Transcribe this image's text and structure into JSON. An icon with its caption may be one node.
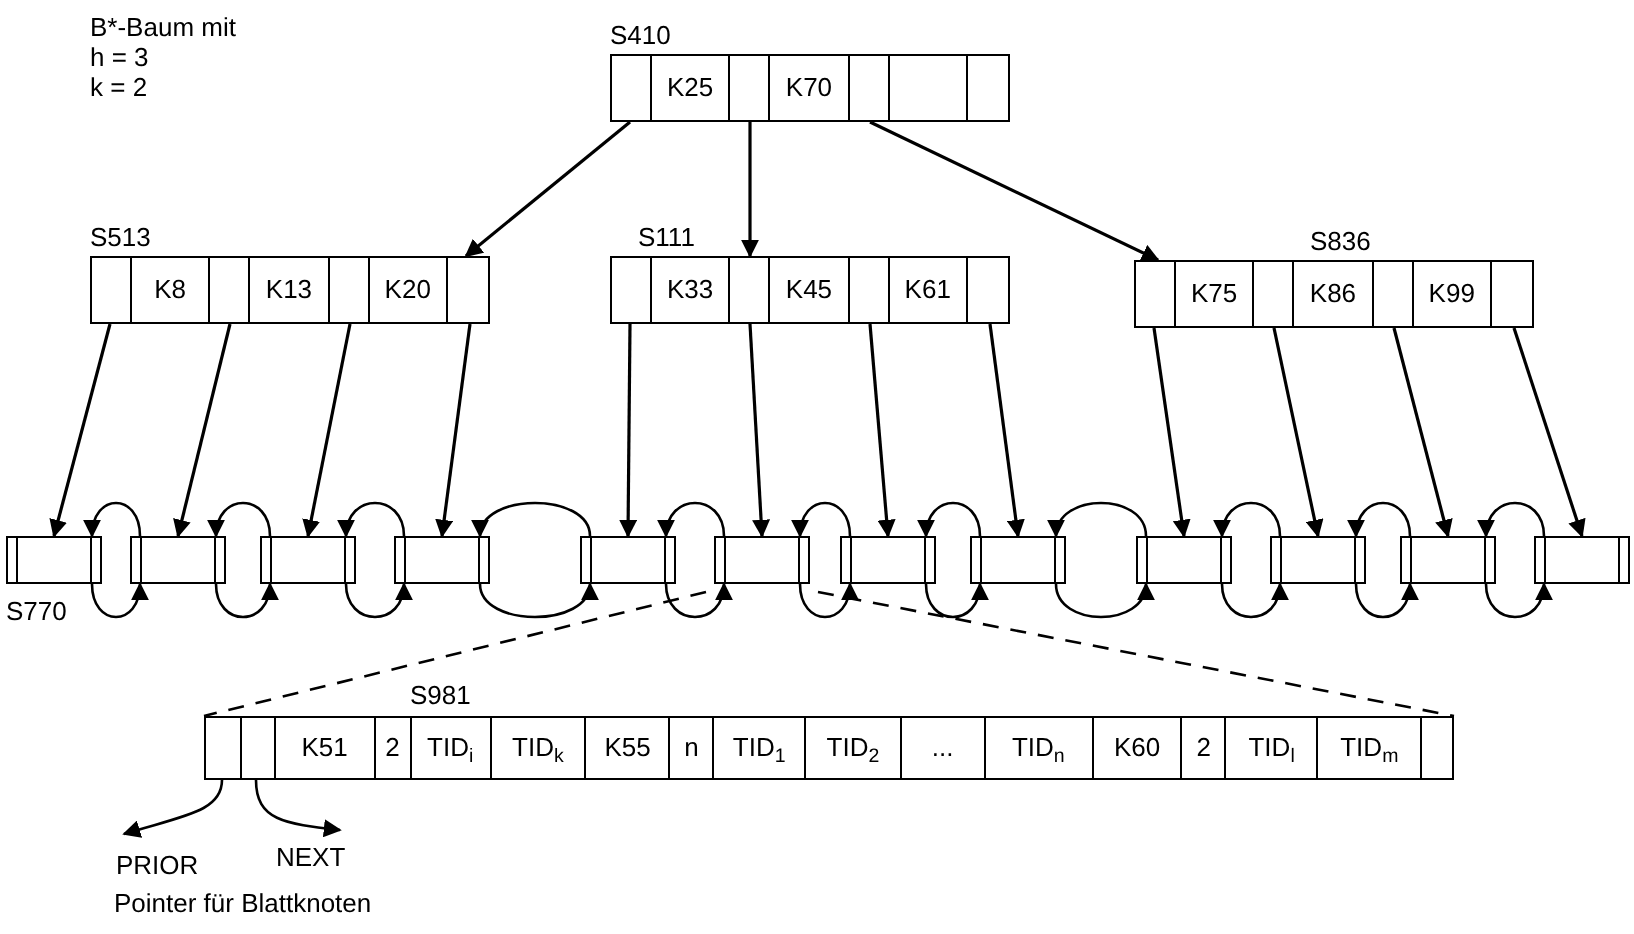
{
  "diagram": {
    "nodes": [
      {
        "text": [
          "S410",
          "K25",
          "K70"
        ]
      },
      {
        "text": [
          "S513",
          "K8",
          "K13",
          "K20"
        ]
      },
      {
        "text": [
          "S111",
          "K33",
          "K45",
          "K61"
        ]
      },
      {
        "text": [
          "S836",
          "K75",
          "K86",
          "K99"
        ]
      },
      {
        "text": [],
        "shape": "box",
        "beside": [
          "S770"
        ]
      },
      {
        "text": [],
        "shape": "box"
      },
      {
        "text": [],
        "shape": "box"
      },
      {
        "text": [],
        "shape": "box"
      },
      {
        "text": [],
        "shape": "box"
      },
      {
        "text": [],
        "shape": "box"
      },
      {
        "text": [],
        "shape": "box"
      },
      {
        "text": [],
        "shape": "box"
      },
      {
        "text": [],
        "shape": "box"
      },
      {
        "text": [],
        "shape": "box"
      },
      {
        "text": [],
        "shape": "box"
      },
      {
        "text": [],
        "shape": "box"
      },
      {
        "text": [
          "S981",
          "K51",
          "2",
          "TID$_{i}$",
          "TID$_{k}$",
          "K55",
          "n",
          "TID$_{1}$",
          "TID$_{2}$",
          "...",
          "TID$_{n}$",
          "K60",
          "2",
          "TID$_{l}$",
          "TID$_{m}$"
        ]
      },
      {
        "text": [
          "PRIOR"
        ]
      },
      {
        "text": [
          "NEXT"
        ]
      }
    ],
    "edges": [
      {
        "from": 0,
        "to": 1,
        "arrow": "to"
      },
      {
        "from": 0,
        "to": 2,
        "arrow": "to"
      },
      {
        "from": 0,
        "to": 3,
        "arrow": "to"
      },
      {
        "from": 1,
        "to": 4,
        "arrow": "to"
      },
      {
        "from": 1,
        "to": 5,
        "arrow": "to"
      },
      {
        "from": 1,
        "to": 6,
        "arrow": "to"
      },
      {
        "from": 1,
        "to": 7,
        "arrow": "to"
      },
      {
        "from": 2,
        "to": 8,
        "arrow": "to"
      },
      {
        "from": 2,
        "to": 9,
        "arrow": "to"
      },
      {
        "from": 2,
        "to": 10,
        "arrow": "to"
      },
      {
        "from": 2,
        "to": 11,
        "arrow": "to"
      },
      {
        "from": 3,
        "to": 12,
        "arrow": "to"
      },
      {
        "from": 3,
        "to": 13,
        "arrow": "to"
      },
      {
        "from": 3,
        "to": 14,
        "arrow": "to"
      },
      {
        "from": 3,
        "to": 15,
        "arrow": "to"
      },
      {
        "from": 4,
        "to": 5,
        "arrow": "to"
      },
      {
        "from": 5,
        "to": 4,
        "arrow": "to"
      },
      {
        "from": 5,
        "to": 6,
        "arrow": "to"
      },
      {
        "from": 6,
        "to": 5,
        "arrow": "to"
      },
      {
        "from": 6,
        "to": 7,
        "arrow": "to"
      },
      {
        "from": 7,
        "to": 6,
        "arrow": "to"
      },
      {
        "from": 7,
        "to": 8,
        "arrow": "to"
      },
      {
        "from": 8,
        "to": 7,
        "arrow": "to"
      },
      {
        "from": 8,
        "to": 9,
        "arrow": "to"
      },
      {
        "from": 9,
        "to": 8,
        "arrow": "to"
      },
      {
        "from": 9,
        "to": 10,
        "arrow": "to"
      },
      {
        "from": 10,
        "to": 9,
        "arrow": "to"
      },
      {
        "from": 10,
        "to": 11,
        "arrow": "to"
      },
      {
        "from": 11,
        "to": 10,
        "arrow": "to"
      },
      {
        "from": 11,
        "to": 12,
        "arrow": "to"
      },
      {
        "from": 12,
        "to": 11,
        "arrow": "to"
      },
      {
        "from": 12,
        "to": 13,
        "arrow": "to"
      },
      {
        "from": 13,
        "to": 12,
        "arrow": "to"
      },
      {
        "from": 13,
        "to": 14,
        "arrow": "to"
      },
      {
        "from": 14,
        "to": 13,
        "arrow": "to"
      },
      {
        "from": 14,
        "to": 15,
        "arrow": "to"
      },
      {
        "from": 15,
        "to": 14,
        "arrow": "to"
      },
      {
        "from": 9,
        "to": 16,
        "arrow": "none",
        "style": "dashed"
      },
      {
        "from": 9,
        "to": 16,
        "arrow": "none",
        "style": "dashed"
      },
      {
        "from": 16,
        "to": 17,
        "arrow": "to"
      },
      {
        "from": 16,
        "to": 18,
        "arrow": "to"
      }
    ],
    "labels": [
      "B*-Baum mit",
      "h = 3",
      "k = 2",
      "Pointer für Blattknoten"
    ]
  }
}
